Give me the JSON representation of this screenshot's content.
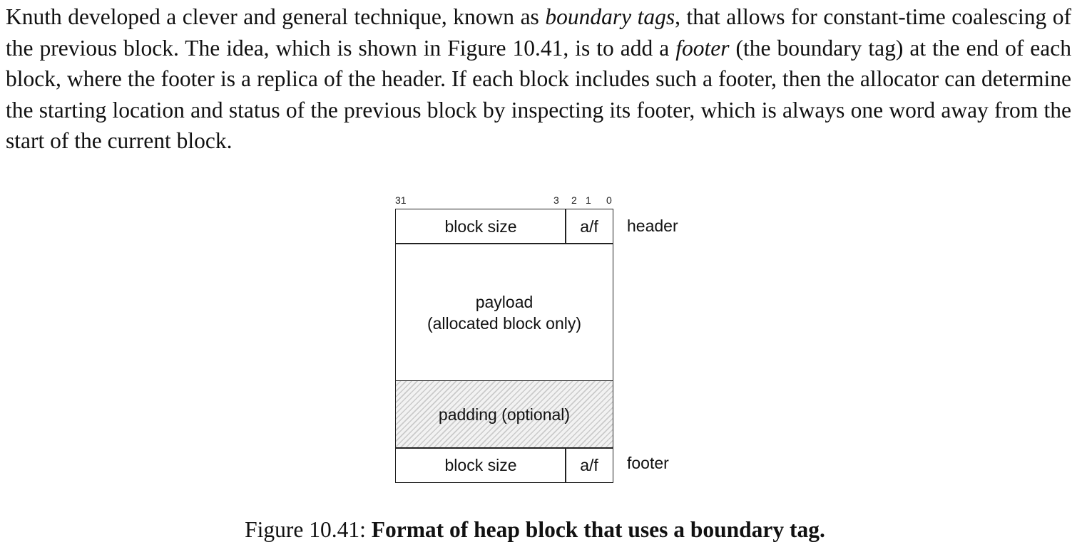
{
  "paragraph": {
    "part1": "Knuth developed a clever and general technique, known as ",
    "term1": "boundary tags",
    "part2": ", that allows for constant-time coalescing of the previous block. The idea, which is shown in Figure 10.41, is to add a ",
    "term2": "footer",
    "part3": " (the boundary tag) at the end of each block, where the footer is a replica of the header.  If each block includes such a footer, then the allocator can determine the starting location and status of the previous block by inspecting its footer, which is always one word away from the start of the current block."
  },
  "figure": {
    "bit_labels": [
      "31",
      "3",
      "2",
      "1",
      "0"
    ],
    "header_row": {
      "block_size": "block size",
      "af": "a/f",
      "label": "header"
    },
    "payload": {
      "line1": "payload",
      "line2": "(allocated block only)"
    },
    "padding": "padding (optional)",
    "footer_row": {
      "block_size": "block size",
      "af": "a/f",
      "label": "footer"
    }
  },
  "caption": {
    "prefix": "Figure 10.41: ",
    "title": "Format of heap block that uses a boundary tag."
  }
}
